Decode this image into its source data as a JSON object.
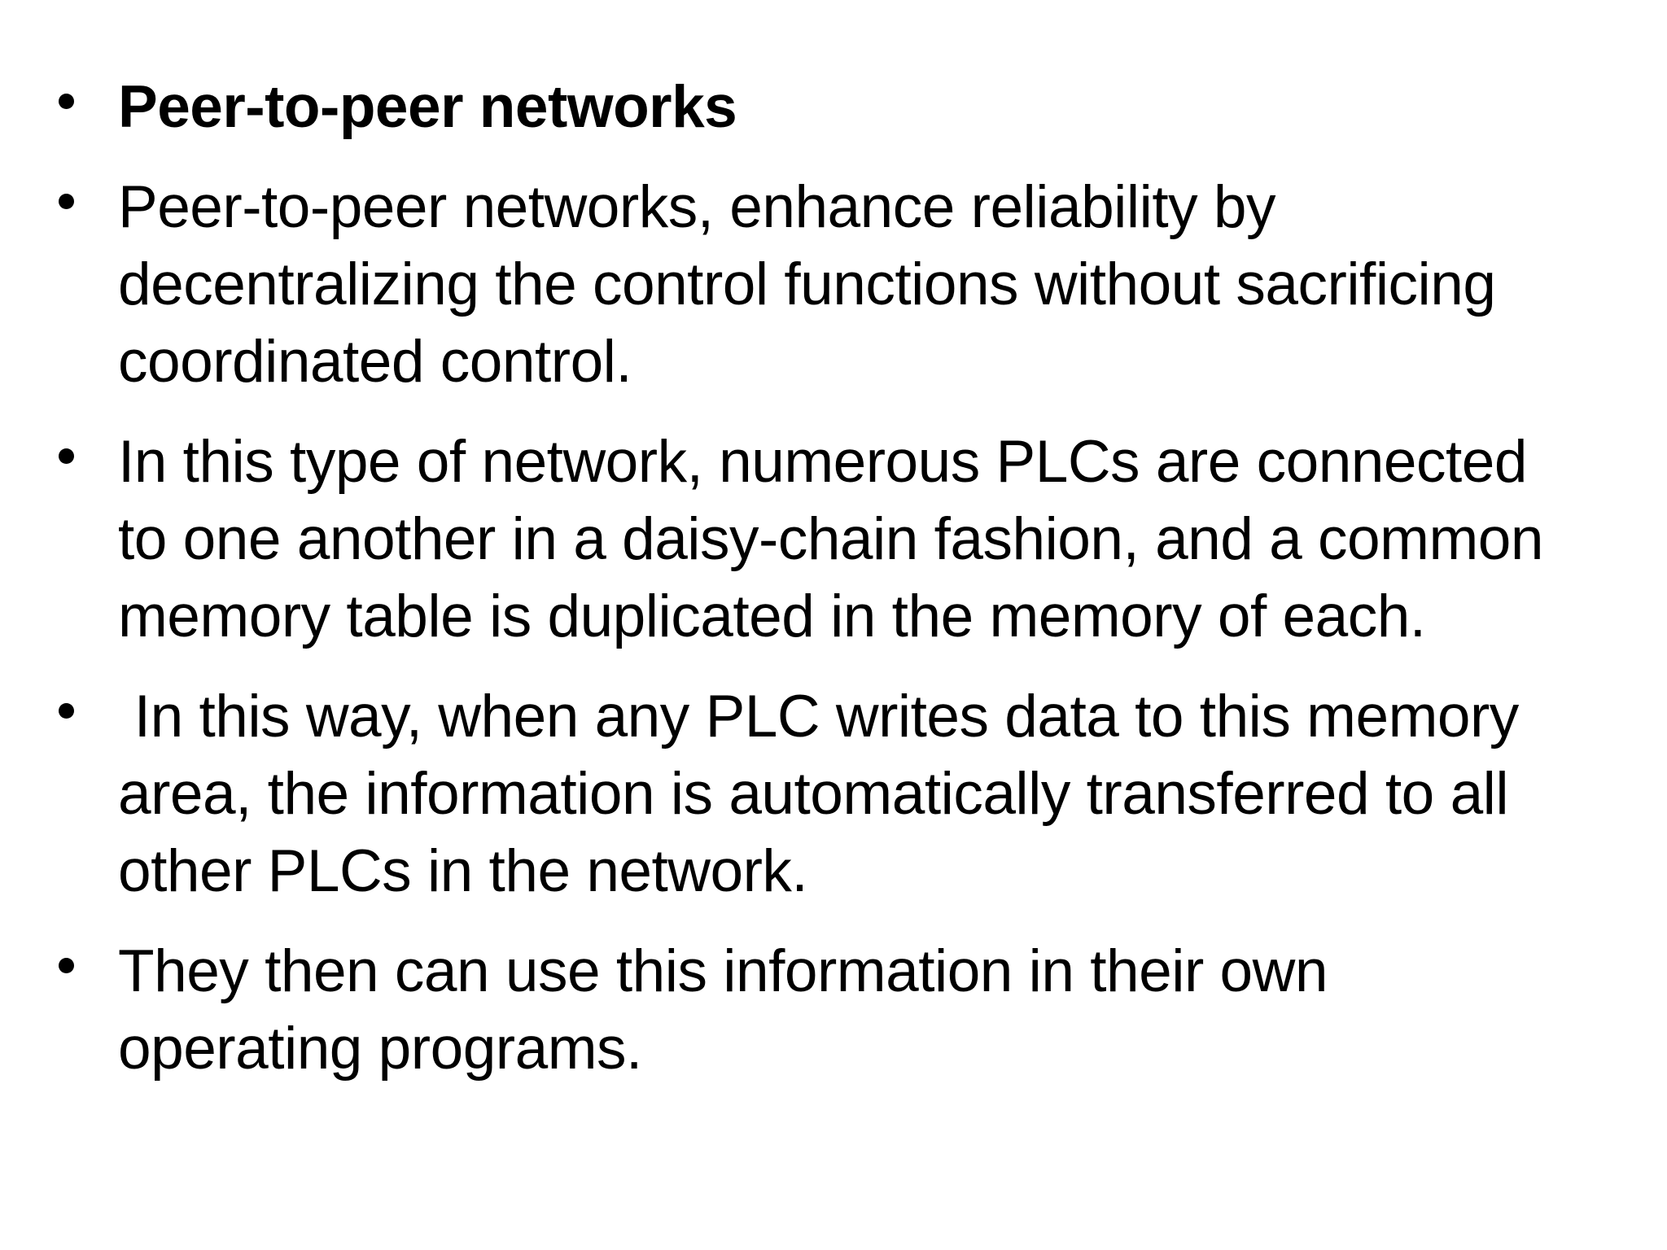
{
  "slide": {
    "background_color": "#ffffff",
    "text_color": "#000000",
    "bullet_glyph": "•",
    "bullets": [
      {
        "style": "bold",
        "text": "Peer-to-peer networks"
      },
      {
        "style": "regular",
        "text": "Peer-to-peer networks, enhance reliability by\ndecentralizing the control functions without sacrificing\ncoordinated control."
      },
      {
        "style": "regular",
        "text": "In this type of network, numerous PLCs are connected\nto one another in a daisy-chain fashion, and a common\nmemory table is duplicated in the memory of each."
      },
      {
        "style": "regular",
        "text": " In this way, when any PLC writes data to this memory\narea, the information is automatically transferred to all\nother PLCs in the network."
      },
      {
        "style": "regular",
        "text": "They then can use this information in their own\noperating programs."
      }
    ]
  }
}
